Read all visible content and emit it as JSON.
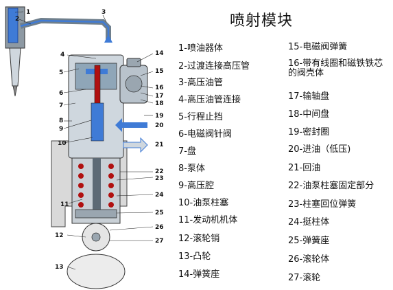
{
  "title": "喷射模块",
  "callouts": [
    "1",
    "2",
    "3",
    "4",
    "5",
    "6",
    "7",
    "8",
    "9",
    "10",
    "11",
    "12",
    "13",
    "14",
    "15",
    "16",
    "17",
    "18",
    "19",
    "20",
    "21",
    "22",
    "23",
    "24",
    "25",
    "26",
    "27"
  ],
  "legend_left": [
    "1-喷油器体",
    "2-过渡连接高压管",
    "3-高压油管",
    "4-高压油管连接",
    "5-行程止挡",
    "6-电磁阀针阀",
    "7-盘",
    "8-泵体",
    "9-高压腔",
    "10-油泵柱塞",
    "11-发动机机体",
    "12-滚轮销",
    "13-凸轮",
    "14-弹簧座"
  ],
  "legend_right": [
    "15-电磁阀弹簧",
    "16-带有线圈和磁铁铁芯的阀壳体",
    "17-输轴盘",
    "18-中间盘",
    "19-密封圈",
    "20-进油（低压)",
    "21-回油",
    "22-油泵柱塞固定部分",
    "23-柱塞回位弹簧",
    "24-挺柱体",
    "25-弹簧座",
    "26-滚轮体",
    "27-滚轮"
  ],
  "colors": {
    "fuel": "#3f7bd6",
    "highpressure": "#b01010",
    "body": "#6f7f8c",
    "light": "#cfd7de"
  }
}
